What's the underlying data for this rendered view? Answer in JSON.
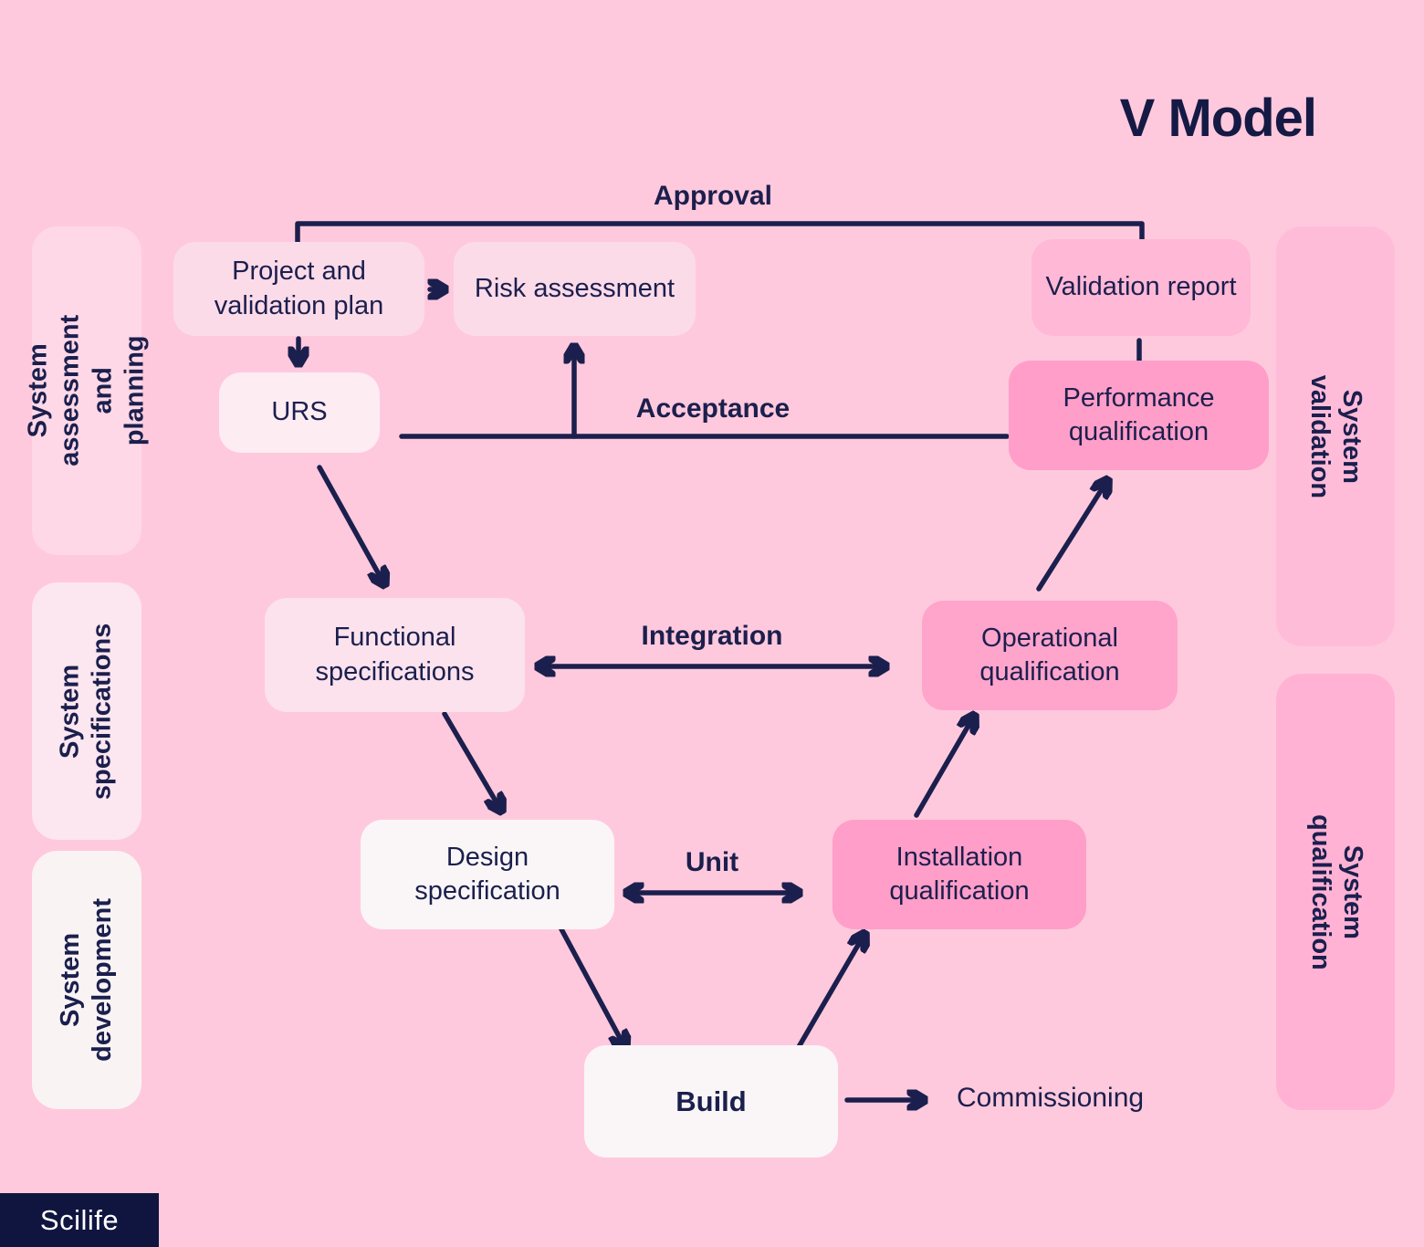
{
  "title": "V Model",
  "nodes": {
    "project": "Project and validation plan",
    "risk": "Risk assessment",
    "validation_report": "Validation report",
    "urs": "URS",
    "performance_qualification": "Performance qualification",
    "functional_specifications": "Functional specifications",
    "operational_qualification": "Operational qualification",
    "design_specification": "Design specification",
    "installation_qualification": "Installation qualification",
    "build": "Build"
  },
  "edge_labels": {
    "approval": "Approval",
    "acceptance": "Acceptance",
    "integration": "Integration",
    "unit": "Unit",
    "commissioning": "Commissioning"
  },
  "sidebar_left": {
    "assessment": "System assessment and planning",
    "specifications": "System specifications",
    "development": "System development"
  },
  "sidebar_right": {
    "validation": "System validation",
    "qualification": "System qualification"
  },
  "logo": "Scilife",
  "colors": {
    "page_background": "#FFC9DD",
    "ink_navy": "#1B1F4D",
    "box_light_pink": "#FCDBE9",
    "box_pale_pink": "#FEECF3",
    "box_white": "#FAF6F7",
    "box_medium_pink": "#FFB8D6",
    "box_strong_pink": "#FF9EC8",
    "rail_left_1": "#FFD8E7",
    "rail_left_2": "#FCE6EF",
    "rail_left_3": "#F9F3F4",
    "rail_right_1": "#FFBCD9",
    "rail_right_2": "#FFB2D4",
    "logo_background": "#101540",
    "logo_text": "#FFFFFF"
  }
}
